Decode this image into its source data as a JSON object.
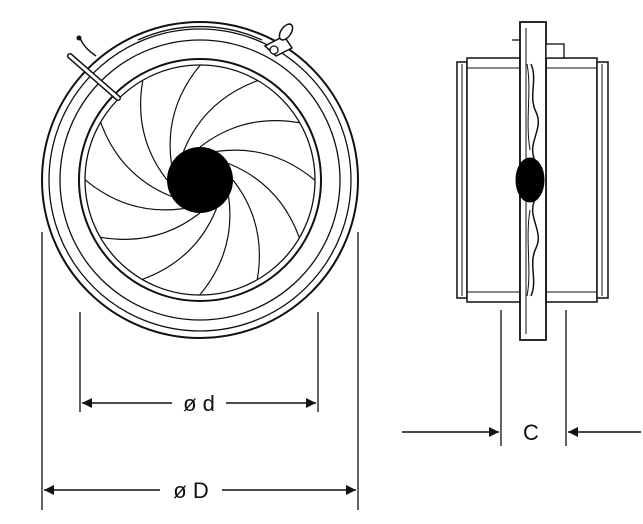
{
  "dimensions": {
    "inner_diameter_label": "ø d",
    "outer_diameter_label": "ø D",
    "depth_label": "C"
  },
  "colors": {
    "line": "#111111",
    "fill": "#ffffff",
    "hub": "#000000"
  }
}
